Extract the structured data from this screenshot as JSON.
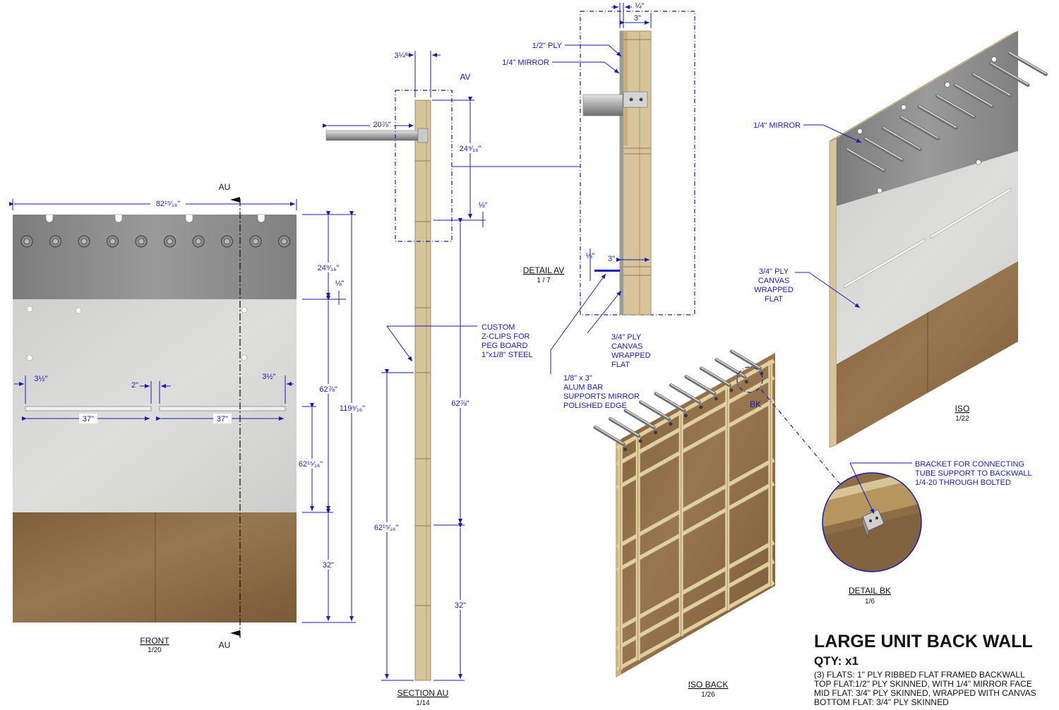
{
  "front": {
    "title": "FRONT",
    "scale": "1/20",
    "section_mark_top": "AU",
    "section_mark_bottom": "AU",
    "dims": {
      "overall_width": "82¹⁵⁄₁₆\"",
      "top_panel": "24⁹⁄₁₆\"",
      "gap": "⅛\"",
      "mid_panel_a": "62⅞\"",
      "mid_panel_b": "62¹⁵⁄₁₆\"",
      "overall_height": "119⁹⁄₁₆\"",
      "bottom_panel": "32\"",
      "left_inset": "3½\"",
      "right_inset": "3½\"",
      "bar_gap": "2\"",
      "bar_left": "37\"",
      "bar_right": "37\""
    }
  },
  "section": {
    "title": "SECTION AU",
    "scale": "1/14",
    "detail_tag": "AV",
    "dims": {
      "thickness": "3¼\"",
      "tube_length": "20⅞\"",
      "tube_height": "24⁹⁄₁₆\"",
      "gap": "⅛\"",
      "mid_panel": "62⅞\"",
      "lower_mid": "62¹⁵⁄₁₆\"",
      "bottom_panel": "32\""
    },
    "note_zclip": [
      "CUSTOM",
      "Z-CLIPS FOR",
      "PEG BOARD",
      "1\"x1/8\" STEEL"
    ]
  },
  "detail_av": {
    "title": "DETAIL  AV",
    "scale": "1 / 7",
    "dims": {
      "quarter": "¼\"",
      "three_top": "3\"",
      "eighth": "⅛\"",
      "three_bottom": "3\""
    },
    "label_ply": "1/2\" PLY",
    "label_mirror": "1/4\" MIRROR",
    "note_canvas": [
      "3/4\" PLY",
      "CANVAS",
      "WRAPPED",
      "FLAT"
    ],
    "note_bar": [
      "1/8\" x 3\"",
      "ALUM BAR",
      "SUPPORTS MIRROR",
      "POLISHED EDGE"
    ]
  },
  "iso": {
    "title": "ISO",
    "scale": "1/22",
    "label_mirror": "1/4\" MIRROR",
    "note_canvas": [
      "3/4\" PLY",
      "CANVAS",
      "WRAPPED",
      "FLAT"
    ]
  },
  "iso_back": {
    "title": "ISO BACK",
    "scale": "1/26",
    "detail_tag": "BK"
  },
  "detail_bk": {
    "title": "DETAIL  BK",
    "scale": "1/6",
    "note": [
      "BRACKET FOR CONNECTING",
      "TUBE SUPPORT TO BACKWALL",
      "1/4-20 THROUGH BOLTED"
    ]
  },
  "title_block": {
    "title": "LARGE UNIT BACK WALL",
    "qty": "QTY: x1",
    "specs": [
      "(3) FLATS: 1\" PLY RIBBED FLAT FRAMED BACKWALL",
      "TOP FLAT:1/2\" PLY SKINNED, WITH 1/4\" MIRROR FACE",
      "MID FLAT: 3/4\" PLY SKINNED, WRAPPED WITH CANVAS",
      "BOTTOM FLAT: 3/4\" PLY SKINNED"
    ]
  },
  "colors": {
    "dimension": "#1a1ab4",
    "mirror": "#8a8a8a",
    "canvas": "#d4d4d2",
    "plywood": "#8a6a44",
    "lumber": "#d8c49a"
  }
}
